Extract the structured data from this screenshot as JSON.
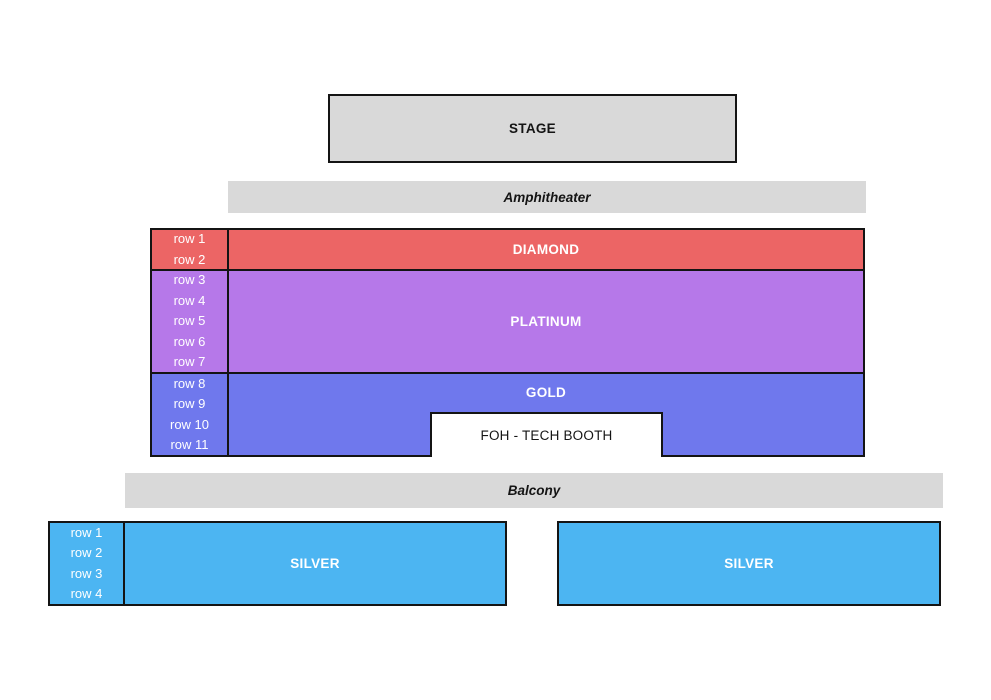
{
  "stage": {
    "label": "STAGE"
  },
  "levels": {
    "amphitheater": {
      "label": "Amphitheater"
    },
    "balcony": {
      "label": "Balcony"
    }
  },
  "colors": {
    "stage_fill": "#d9d9d9",
    "band_fill": "#d9d9d9",
    "diamond": "#ec6565",
    "platinum": "#b678e9",
    "gold": "#6f78ed",
    "silver": "#4cb5f2",
    "border": "#141414",
    "section_text": "#ffffff"
  },
  "sections": [
    {
      "id": "diamond",
      "label": "DIAMOND",
      "color": "#ec6565",
      "rows": [
        "row 1",
        "row 2"
      ]
    },
    {
      "id": "platinum",
      "label": "PLATINUM",
      "color": "#b678e9",
      "rows": [
        "row 3",
        "row 4",
        "row 5",
        "row 6",
        "row 7"
      ]
    },
    {
      "id": "gold",
      "label": "GOLD",
      "color": "#6f78ed",
      "rows": [
        "row 8",
        "row 9",
        "row 10",
        "row 11"
      ],
      "booth": {
        "label": "FOH - TECH BOOTH"
      }
    }
  ],
  "silver_left": {
    "label": "SILVER",
    "color": "#4cb5f2",
    "rows": [
      "row 1",
      "row 2",
      "row 3",
      "row 4"
    ]
  },
  "silver_right": {
    "label": "SILVER",
    "color": "#4cb5f2"
  }
}
